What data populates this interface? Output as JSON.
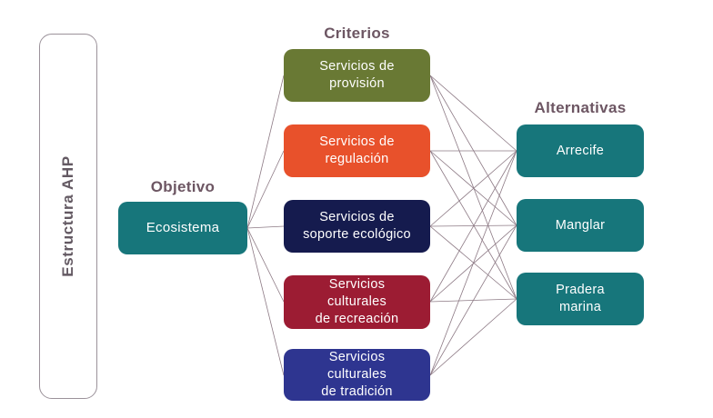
{
  "frame": {
    "label": "Estructura AHP",
    "border_color": "#9b929a",
    "text_color": "#645a63"
  },
  "diagram": {
    "heading_color": "#6d5663",
    "line_color": "#8d7a85",
    "goal": {
      "heading": "Objetivo",
      "node": {
        "id": "goal",
        "label": "Ecosistema",
        "color": "#17767b"
      }
    },
    "criteria": {
      "heading": "Criterios",
      "nodes": [
        {
          "id": "c1",
          "label": "Servicios de\nprovisión",
          "color": "#697934"
        },
        {
          "id": "c2",
          "label": "Servicios de\nregulación",
          "color": "#e8512b"
        },
        {
          "id": "c3",
          "label": "Servicios de\nsoporte ecológico",
          "color": "#151b4e"
        },
        {
          "id": "c4",
          "label": "Servicios\nculturales\nde recreación",
          "color": "#9c1c33"
        },
        {
          "id": "c5",
          "label": "Servicios\nculturales\nde tradición",
          "color": "#2e3590"
        }
      ]
    },
    "alternatives": {
      "heading": "Alternativas",
      "nodes": [
        {
          "id": "a1",
          "label": "Arrecife",
          "color": "#17767b"
        },
        {
          "id": "a2",
          "label": "Manglar",
          "color": "#17767b"
        },
        {
          "id": "a3",
          "label": "Pradera\nmarina",
          "color": "#17767b"
        }
      ]
    },
    "edges": [
      {
        "from": "goal",
        "to": "c1"
      },
      {
        "from": "goal",
        "to": "c2"
      },
      {
        "from": "goal",
        "to": "c3"
      },
      {
        "from": "goal",
        "to": "c4"
      },
      {
        "from": "goal",
        "to": "c5"
      },
      {
        "from": "c1",
        "to": "a1"
      },
      {
        "from": "c1",
        "to": "a2"
      },
      {
        "from": "c1",
        "to": "a3"
      },
      {
        "from": "c2",
        "to": "a1"
      },
      {
        "from": "c2",
        "to": "a2"
      },
      {
        "from": "c2",
        "to": "a3"
      },
      {
        "from": "c3",
        "to": "a1"
      },
      {
        "from": "c3",
        "to": "a2"
      },
      {
        "from": "c3",
        "to": "a3"
      },
      {
        "from": "c4",
        "to": "a1"
      },
      {
        "from": "c4",
        "to": "a2"
      },
      {
        "from": "c4",
        "to": "a3"
      },
      {
        "from": "c5",
        "to": "a1"
      },
      {
        "from": "c5",
        "to": "a2"
      },
      {
        "from": "c5",
        "to": "a3"
      }
    ]
  }
}
